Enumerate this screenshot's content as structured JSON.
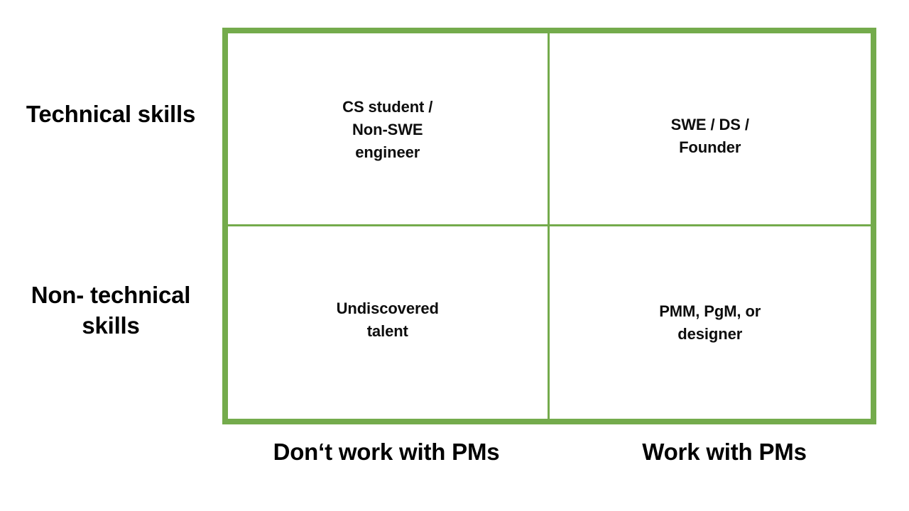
{
  "diagram": {
    "type": "2x2-matrix",
    "accent_color": "#74ab4c",
    "text_color": "#0d0d0d",
    "background_color": "#ffffff",
    "row_labels": [
      {
        "id": "technical",
        "text": "Technical\nskills"
      },
      {
        "id": "non-technical",
        "text": "Non-\ntechnical\nskills"
      }
    ],
    "column_labels": [
      {
        "id": "dont-work-with-pms",
        "text": "Don‘t work\nwith PMs"
      },
      {
        "id": "work-with-pms",
        "text": "Work with\nPMs"
      }
    ],
    "cells": [
      {
        "id": "top-left",
        "row": "Technical skills",
        "column": "Don‘t work with PMs",
        "text": "CS student /\nNon-SWE\nengineer"
      },
      {
        "id": "top-right",
        "row": "Technical skills",
        "column": "Work with PMs",
        "text": "SWE / DS /\nFounder"
      },
      {
        "id": "bottom-left",
        "row": "Non-technical skills",
        "column": "Don‘t work with PMs",
        "text": "Undiscovered\ntalent"
      },
      {
        "id": "bottom-right",
        "row": "Non-technical skills",
        "column": "Work with PMs",
        "text": "PMM, PgM, or\ndesigner"
      }
    ]
  }
}
